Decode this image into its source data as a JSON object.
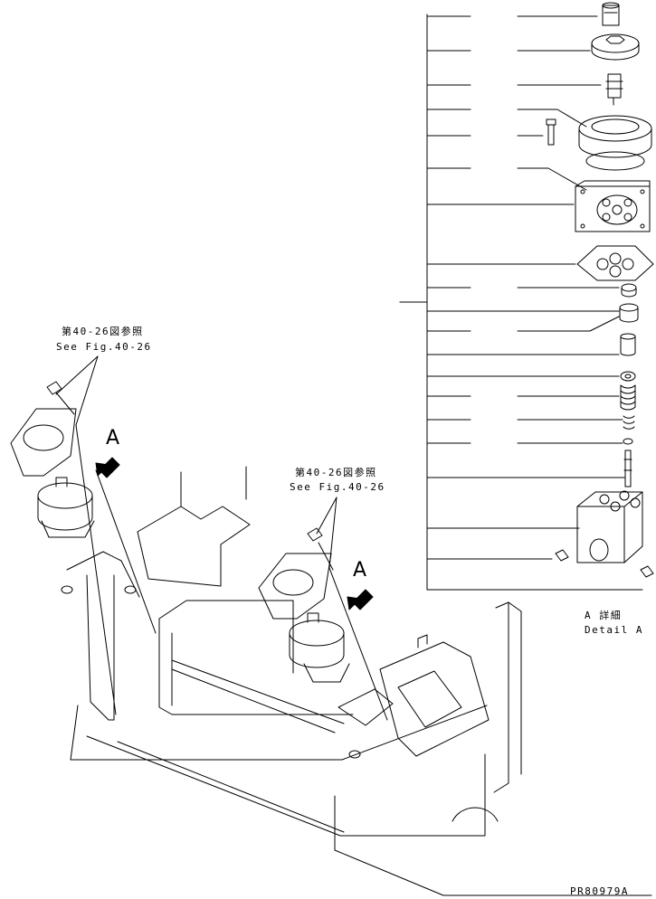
{
  "callouts": {
    "left": {
      "jp": "第40-26図参照",
      "en": "See Fig.40-26",
      "marker": "A"
    },
    "right": {
      "jp": "第40-26図参照",
      "en": "See Fig.40-26",
      "marker": "A"
    }
  },
  "detail": {
    "jp": "A 詳細",
    "en": "Detail A"
  },
  "drawing_number": "PR80979A",
  "colors": {
    "ink": "#000000",
    "paper": "#ffffff"
  }
}
